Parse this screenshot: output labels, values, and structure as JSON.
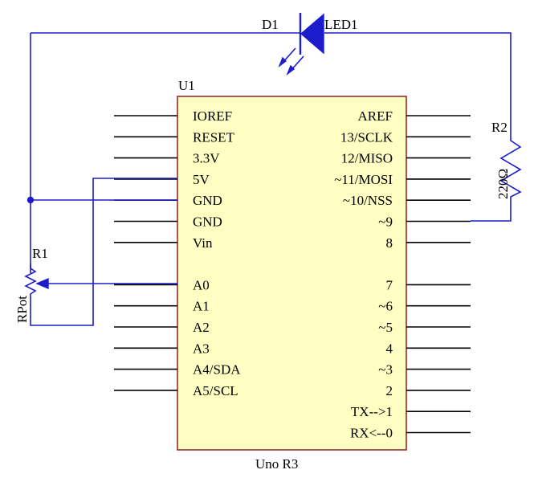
{
  "chip": {
    "ref": "U1",
    "name": "Uno R3",
    "left_pins": [
      "IOREF",
      "RESET",
      "3.3V",
      "5V",
      "GND",
      "GND",
      "Vin",
      "",
      "A0",
      "A1",
      "A2",
      "A3",
      "A4/SDA",
      "A5/SCL"
    ],
    "right_pins": [
      "AREF",
      "13/SCLK",
      "12/MISO",
      "~11/MOSI",
      "~10/NSS",
      "~9",
      "8",
      "",
      "7",
      "~6",
      "~5",
      "4",
      "~3",
      "2",
      "TX-->1",
      "RX<--0"
    ]
  },
  "led": {
    "ref": "D1",
    "name": "LED1"
  },
  "resistor": {
    "ref": "R2",
    "value": "220Ω"
  },
  "potentiometer": {
    "ref": "R1",
    "name": "RPot"
  },
  "colors": {
    "wire": "#1c1ccc",
    "chip_fill": "#ffffc4",
    "chip_border": "#9b2a2a",
    "pin": "#000000"
  }
}
